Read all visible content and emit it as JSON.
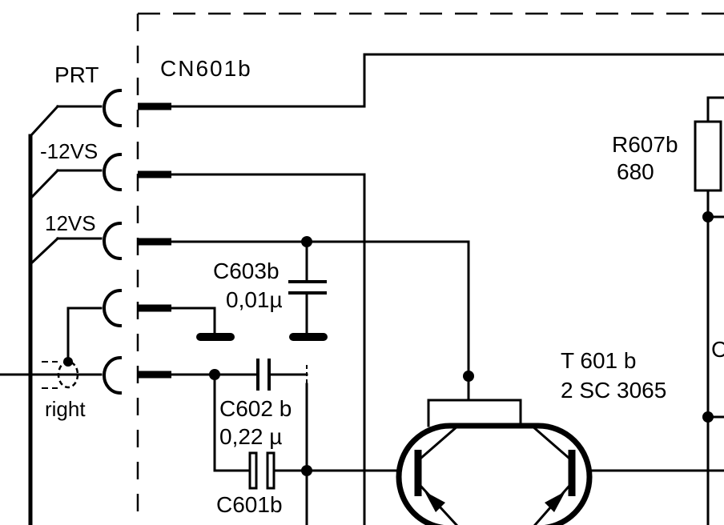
{
  "labels": {
    "prt": "PRT",
    "cn601b": "CN601b",
    "neg12vs": "-12VS",
    "pos12vs": "12VS",
    "right": "right",
    "c603b_name": "C603b",
    "c603b_value": "0,01µ",
    "c602b_name": "C602 b",
    "c602b_value": "0,22 µ",
    "c601b_name": "C601b",
    "t601b_name": "T 601 b",
    "t601b_part": "2 SC 3065",
    "r607b_name": "R607b",
    "r607b_value": "680",
    "edge_c": "C"
  }
}
